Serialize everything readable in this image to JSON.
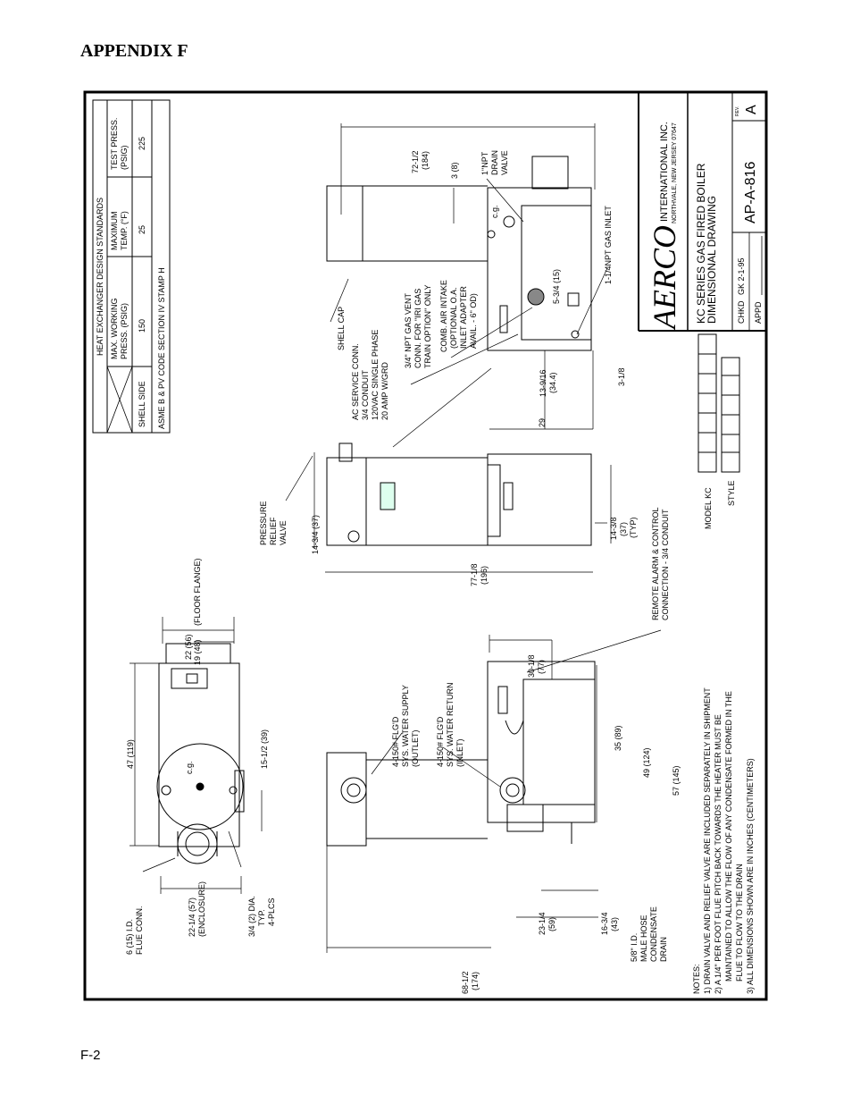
{
  "page": {
    "appendix_title": "APPENDIX F",
    "page_number": "F-2"
  },
  "design_standards": {
    "title": "HEAT EXCHANGER DESIGN STANDARDS",
    "col_max_working": [
      "MAX. WORKING",
      "PRESS. (PSIG)"
    ],
    "col_max_temp": [
      "MAXIMUM",
      "TEMP. (°F)"
    ],
    "col_test_press": [
      "TEST PRESS.",
      "(PSIG)"
    ],
    "row_label": "SHELL SIDE",
    "row_values": [
      "150",
      "25",
      "225"
    ],
    "code_note": "ASME B & PV CODE SECTION IV STAMP H"
  },
  "title_block": {
    "company": "AERCO",
    "company_suffix": "INTERNATIONAL INC.",
    "address": "NORTHVALE, NEW JERSEY 07647",
    "title_line1": "KC SERIES GAS FIRED BOILER",
    "title_line2": "DIMENSIONAL DRAWING",
    "chkd_label": "CHKD",
    "chkd_value": "GK 2-1-95",
    "appd_label": "APPD",
    "drawing_no": "AP-A-816",
    "rev_label": "REV.",
    "rev_value": "A",
    "model_label": "MODEL KC",
    "style_label": "STYLE"
  },
  "notes": {
    "heading": "NOTES:",
    "lines": [
      "1) DRAIN VALVE AND RELIEF VALVE ARE INCLUDED SEPARATELY IN SHIPMENT",
      "2) A 1/4\" PER FOOT FLUE PITCH BACK TOWARDS THE HEATER MUST BE",
      "MAINTAINED TO ALLOW THE FLOW OF ANY CONDENSATE FORMED IN THE",
      "FLUE TO FLOW TO THE DRAIN",
      "3) ALL DIMENSIONS SHOWN ARE IN INCHES (CENTIMETERS)"
    ]
  },
  "labels": {
    "flue_conn": [
      "6 (15) I.D.",
      "FLUE CONN."
    ],
    "enclosure": [
      "22-1/4 (57)",
      "(ENCLOSURE)"
    ],
    "dia": [
      "3/4 (2) DIA.",
      "TYP.",
      "4-PLCS"
    ],
    "supply": [
      "4-150# FLG'D",
      "SYS. WATER SUPPLY",
      "(OUTLET)"
    ],
    "return": [
      "4-150# FLG'D",
      "SYS. WATER RETURN",
      "(INLET)"
    ],
    "condensate": [
      "5/8\" I.D.",
      "MALE HOSE",
      "CONDENSATE",
      "DRAIN"
    ],
    "relief": [
      "PRESSURE",
      "RELIEF",
      "VALVE"
    ],
    "remote_alarm": [
      "REMOTE ALARM & CONTROL",
      "CONNECTION - 3/4 CONDUIT"
    ],
    "ac_service": [
      "AC SERVICE CONN.",
      "3/4 CONDUIT",
      "120VAC SINGLE PHASE",
      "20 AMP W/GRD"
    ],
    "shell_cap": "SHELL CAP",
    "gas_vent": [
      "3/4\" NPT GAS VENT",
      "CONN. FOR \"IRI GAS",
      "TRAIN OPTION\" ONLY"
    ],
    "air_intake": [
      "COMB. AIR INTAKE",
      "(OPTIONAL O.A.",
      "INLET ADAPTER",
      "AVAIL. - 6\" OD)"
    ],
    "drain_valve": [
      "1\"NPT",
      "DRAIN",
      "VALVE"
    ],
    "gas_inlet": "1-1/4NPT GAS INLET",
    "cg": "c.g."
  },
  "dimensions": {
    "d47": "47 (119)",
    "d19": "19 (48)",
    "d22": [
      "22 (56)",
      "(FLOOR FLANGE)"
    ],
    "d15_12": "15-1/2 (39)",
    "d68": [
      "68-1/2",
      "(174)"
    ],
    "d23": [
      "23-1/4",
      "(59)"
    ],
    "d16": [
      "16-3/4",
      "(43)"
    ],
    "d30": [
      "30-1/8",
      "(77)"
    ],
    "d35": "35 (89)",
    "d49": "49 (124)",
    "d57": "57 (145)",
    "d77": [
      "77-1/8",
      "(196)"
    ],
    "d14_34": "14-3/4 (37)",
    "d14_38": [
      "14-3/8",
      "(37)",
      "(TYP)"
    ],
    "d72": [
      "72-1/2",
      "(184)"
    ],
    "d3": "3 (8)",
    "d29": "29",
    "d13": [
      "13-9/16",
      "(34.4)"
    ],
    "d3_18": "3-1/8",
    "d5_34": "5-3/4 (15)"
  }
}
